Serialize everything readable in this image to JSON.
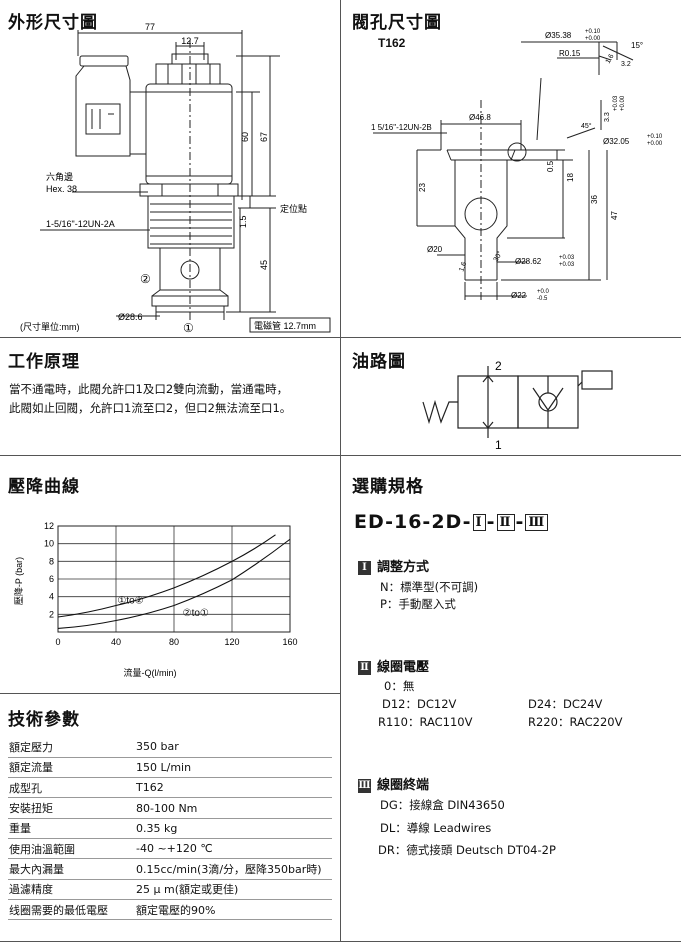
{
  "sections": {
    "dimensions": "外形尺寸圖",
    "cavity": "閥孔尺寸圖",
    "principle": "工作原理",
    "hydraulic": "油路圖",
    "pressure_drop": "壓降曲線",
    "tech_params": "技術參數",
    "ordering": "選購規格"
  },
  "dim_drawing": {
    "d77": "77",
    "d12_7": "12.7",
    "d60": "60",
    "d67": "67",
    "hex_cn": "六角邊",
    "hex_en": "Hex. 38",
    "thread": "1-5/16\"-12UN-2A",
    "d1_5": "1.5",
    "locator": "定位點",
    "d45": "45",
    "port2": "②",
    "port1": "①",
    "dia28_6": "Ø28.6",
    "unit": "(尺寸單位:mm)",
    "coil_tube": "電磁管 12.7mm"
  },
  "cavity_drawing": {
    "code": "T162",
    "dia35_38": "Ø35.38",
    "dia35_38_tol_top": "+0.10",
    "dia35_38_tol_bot": "+0.00",
    "r015": "R0.15",
    "d16": "1.6",
    "ang15": "15°",
    "d3_2": "3.2",
    "d3_3": "3.3",
    "d3_3_tol_top": "+0.03",
    "d3_3_tol_bot": "+0.00",
    "dia46_8": "Ø46.8",
    "thread": "1 5/16\"-12UN-2B",
    "ang45": "45°",
    "dia32_05": "Ø32.05",
    "dia32_05_tol_top": "+0.10",
    "dia32_05_tol_bot": "+0.00",
    "d0_5": "0.5",
    "d18": "18",
    "d23": "23",
    "d36": "36",
    "d47": "47",
    "dia20": "Ø20",
    "d1_6b": "1.6",
    "ang30": "30°",
    "dia28_62": "Ø28.62",
    "dia28_62_tol_top": "+0.03",
    "dia28_62_tol_bot": "+0.03",
    "dia22": "Ø22",
    "dia22_tol_top": "+0.0",
    "dia22_tol_bot": "-0.5"
  },
  "principle": {
    "line1": "當不通電時，此閥允許口1及口2雙向流動，當通電時，",
    "line2": "此閥如止回閥，允許口1流至口2，但口2無法流至口1。"
  },
  "hydraulic_diagram": {
    "port_top": "2",
    "port_bottom": "1"
  },
  "chart_data": {
    "type": "line",
    "xlabel": "流量-Q(l/min)",
    "ylabel": "壓降-P (bar)",
    "xlim": [
      0,
      160
    ],
    "ylim": [
      0,
      12
    ],
    "xticks": [
      "0",
      "40",
      "80",
      "120",
      "160"
    ],
    "yticks": [
      "2",
      "4",
      "6",
      "8",
      "10",
      "12"
    ],
    "grid": true,
    "series": [
      {
        "name": "①to②",
        "x": [
          0,
          40,
          80,
          120,
          150
        ],
        "y": [
          1.7,
          3.0,
          5.0,
          8.0,
          11.0
        ]
      },
      {
        "name": "②to①",
        "x": [
          0,
          40,
          80,
          120,
          160
        ],
        "y": [
          0.4,
          1.3,
          3.0,
          5.9,
          10.5
        ]
      }
    ]
  },
  "tech_params": [
    {
      "k": "額定壓力",
      "v": "350 bar"
    },
    {
      "k": "額定流量",
      "v": "150 L/min"
    },
    {
      "k": "成型孔",
      "v": "T162"
    },
    {
      "k": "安裝扭矩",
      "v": "80-100 Nm"
    },
    {
      "k": "重量",
      "v": "0.35 kg"
    },
    {
      "k": "使用油溫範圍",
      "v": "-40 ~+120 ℃"
    },
    {
      "k": "最大內漏量",
      "v": "0.15cc/min(3滴/分，壓降350bar時)"
    },
    {
      "k": "過濾精度",
      "v": "25 μ m(額定或更佳)"
    },
    {
      "k": "线圈需要的最低電壓",
      "v": "額定電壓的90%"
    }
  ],
  "ordering": {
    "code_prefix": "ED-16-2D-",
    "box1": "Ⅰ",
    "box2": "Ⅱ",
    "box3": "Ⅲ",
    "dash": "-",
    "g1": {
      "num": "Ⅰ",
      "title": "調整方式",
      "opt1": "N：標準型(不可調)",
      "opt2": "P：手動壓入式"
    },
    "g2": {
      "num": "Ⅱ",
      "title": "線圈電壓",
      "opt0": "0：無",
      "d12": "D12：DC12V",
      "d24": "D24：DC24V",
      "r110": "R110：RAC110V",
      "r220": "R220：RAC220V"
    },
    "g3": {
      "num": "Ⅲ",
      "title": "線圈終端",
      "dg": "DG：接線盒 DIN43650",
      "dl": "DL：導線 Leadwires",
      "dr": "DR：德式接頭 Deutsch DT04-2P"
    }
  }
}
